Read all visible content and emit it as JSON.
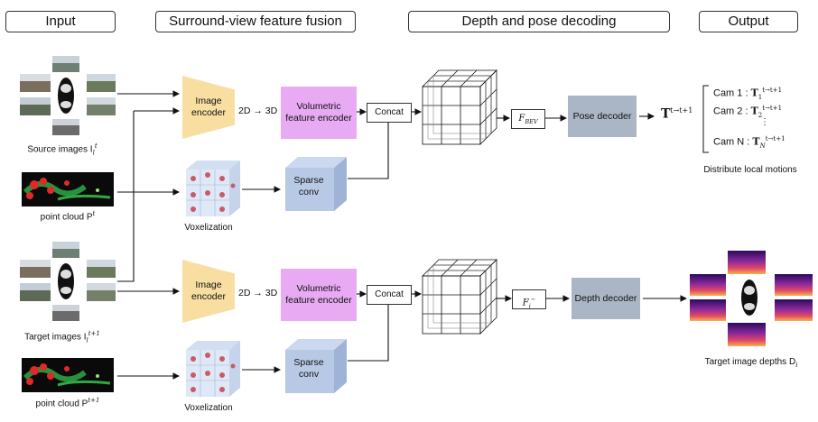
{
  "headers": {
    "input": "Input",
    "fusion": "Surround-view feature fusion",
    "decoding": "Depth and pose decoding",
    "output": "Output"
  },
  "captions": {
    "source_images": "Source images I",
    "point_cloud_t": "point cloud P",
    "target_images": "Target images I",
    "point_cloud_t1": "point cloud P",
    "voxelization": "Voxelization",
    "distribute": "Distribute local motions",
    "target_depths": "Target image depths D"
  },
  "modules": {
    "image_encoder": "Image encoder",
    "lift": "2D → 3D",
    "volumetric_encoder": "Volumetric feature encoder",
    "sparse_conv": "Sparse conv",
    "concat": "Concat",
    "pose_decoder": "Pose decoder",
    "depth_decoder": "Depth decoder",
    "f_bev": "F",
    "f_bev_sub": "BEV",
    "f_i": "F",
    "f_i_sub": "i",
    "f_i_sup": "−",
    "transform": "T",
    "transform_sup": "t→t+1"
  },
  "pose_outputs": [
    {
      "label": "Cam 1 :",
      "sub": "1"
    },
    {
      "label": "Cam 2 :",
      "sub": "2"
    },
    {
      "label": "Cam N :",
      "sub": "N"
    }
  ],
  "colors": {
    "encoder": "#f8dea0",
    "volumetric": "#e7aaf3",
    "sparse": "#b8c9e6",
    "decoder": "#aab6c6"
  }
}
